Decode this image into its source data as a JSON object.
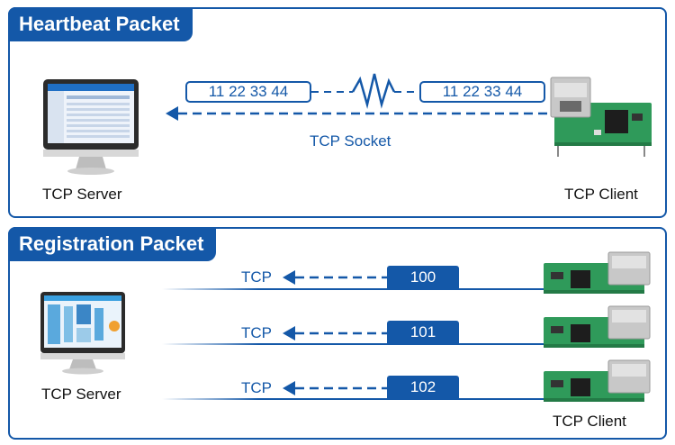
{
  "heartbeat": {
    "title": "Heartbeat Packet",
    "packet_client": "11  22  33  44",
    "packet_server": "11  22  33  44",
    "socket_label": "TCP Socket",
    "server_label": "TCP Server",
    "client_label": "TCP Client"
  },
  "registration": {
    "title": "Registration Packet",
    "server_label": "TCP Server",
    "client_label": "TCP Client",
    "rows": [
      {
        "protocol": "TCP",
        "id": "100"
      },
      {
        "protocol": "TCP",
        "id": "101"
      },
      {
        "protocol": "TCP",
        "id": "102"
      }
    ]
  },
  "colors": {
    "accent": "#1458a8",
    "board": "#2f9a5a"
  }
}
